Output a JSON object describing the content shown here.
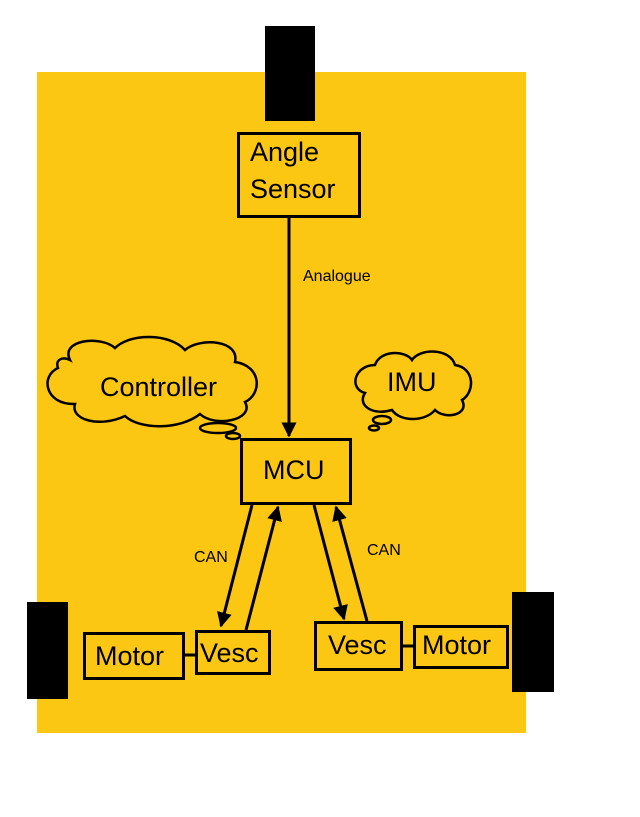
{
  "colors": {
    "board": "#FBC712",
    "stroke": "#000000"
  },
  "nodes": {
    "angle_sensor": {
      "line1": "Angle",
      "line2": "Sensor"
    },
    "mcu": "MCU",
    "controller": "Controller",
    "imu": "IMU",
    "vesc_left": "Vesc",
    "vesc_right": "Vesc",
    "motor_left": "Motor",
    "motor_right": "Motor"
  },
  "edges": {
    "sensor_to_mcu": "Analogue",
    "can_left": "CAN",
    "can_right": "CAN"
  }
}
